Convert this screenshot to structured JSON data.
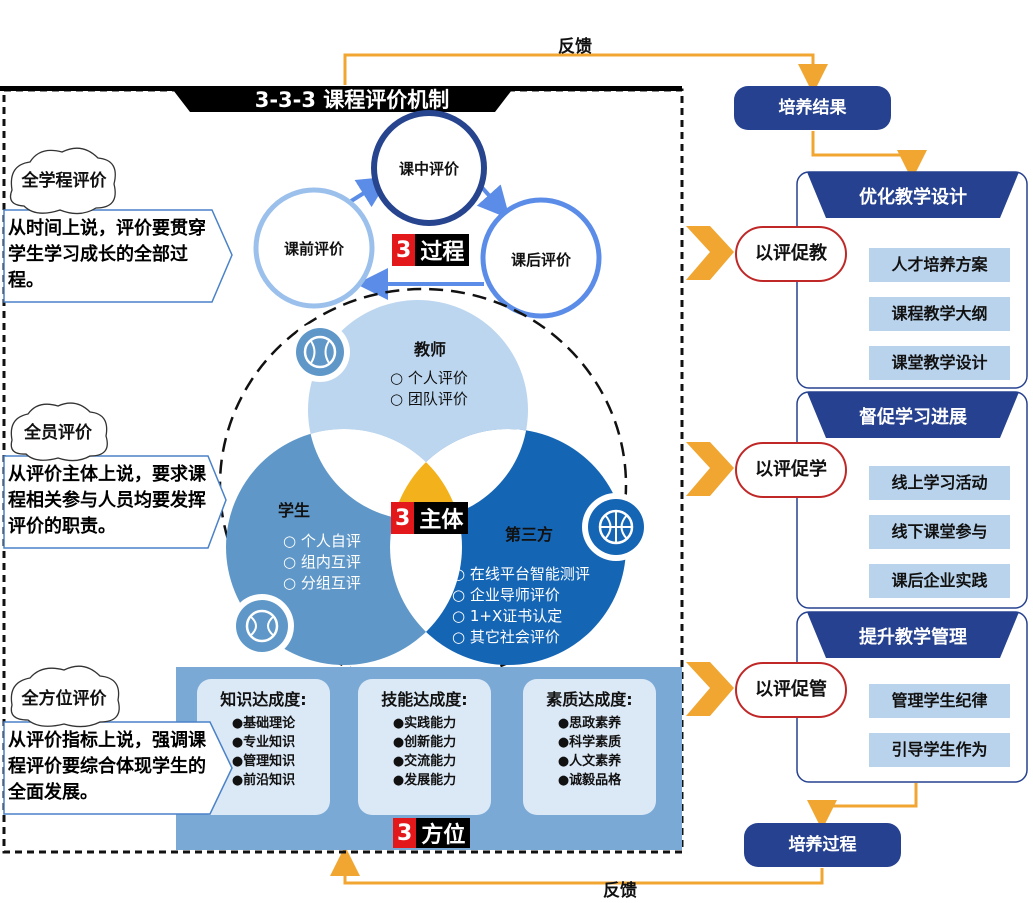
{
  "feedback_top": "反馈",
  "feedback_bottom": "反馈",
  "main_title": "3-3-3 课程评价机制",
  "left_panels": [
    {
      "tag": "全学程评价",
      "text": "从时间上说，评价要贯穿学生学习成长的全部过程。"
    },
    {
      "tag": "全员评价",
      "text": "从评价主体上说，要求课程相关参与人员均要发挥评价的职责。"
    },
    {
      "tag": "全方位评价",
      "text": "从评价指标上说，强调课程评价要综合体现学生的全面发展。"
    }
  ],
  "process": {
    "pre": "课前评价",
    "mid": "课中评价",
    "post": "课后评价",
    "badge_num": "3",
    "badge_word": "过程"
  },
  "venn": {
    "teacher": {
      "title": "教师",
      "items": [
        "○ 个人评价",
        "○ 团队评价"
      ]
    },
    "student": {
      "title": "学生",
      "items": [
        "○ 个人自评",
        "○ 组内互评",
        "○ 分组互评"
      ]
    },
    "third": {
      "title": "第三方",
      "items": [
        "○ 在线平台智能测评",
        "○ 企业导师评价",
        "○ 1+X证书认定",
        "○ 其它社会评价"
      ]
    },
    "badge_num": "3",
    "badge_word": "主体"
  },
  "dimensions": {
    "cards": [
      {
        "title": "知识达成度:",
        "items": [
          "●基础理论",
          "●专业知识",
          "●管理知识",
          "●前沿知识"
        ]
      },
      {
        "title": "技能达成度:",
        "items": [
          "●实践能力",
          "●创新能力",
          "●交流能力",
          "●发展能力"
        ]
      },
      {
        "title": "素质达成度:",
        "items": [
          "●思政素养",
          "●科学素质",
          "●人文素养",
          "●诚毅品格"
        ]
      }
    ],
    "badge_num": "3",
    "badge_word": "方位"
  },
  "right": {
    "result": "培养结果",
    "process": "培养过程",
    "groups": [
      {
        "banner": "优化教学设计",
        "oval": "以评促教",
        "items": [
          "人才培养方案",
          "课程教学大纲",
          "课堂教学设计"
        ]
      },
      {
        "banner": "督促学习进展",
        "oval": "以评促学",
        "items": [
          "线上学习活动",
          "线下课堂参与",
          "课后企业实践"
        ]
      },
      {
        "banner": "提升教学管理",
        "oval": "以评促管",
        "items": [
          "管理学生纪律",
          "引导学生作为"
        ]
      }
    ]
  },
  "colors": {
    "navy": "#26418f",
    "orange": "#f0a630",
    "light_blue": "#bcd6f0",
    "mid_blue": "#5f98c8",
    "dark_blue": "#1565b5",
    "red": "#e3181b"
  }
}
